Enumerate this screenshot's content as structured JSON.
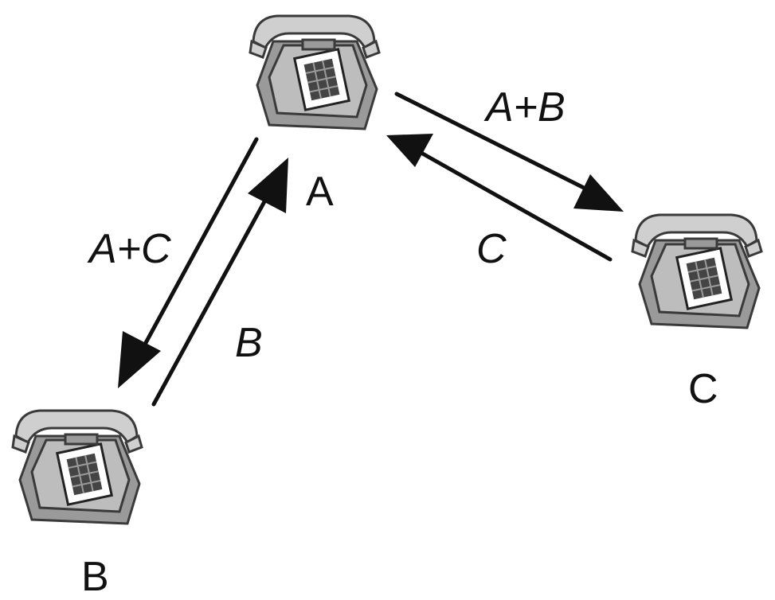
{
  "diagram": {
    "nodes": [
      {
        "id": "a",
        "label": "A",
        "icon": "telephone-icon"
      },
      {
        "id": "b",
        "label": "B",
        "icon": "telephone-icon"
      },
      {
        "id": "c",
        "label": "C",
        "icon": "telephone-icon"
      }
    ],
    "edges": [
      {
        "id": "a-to-b",
        "from": "A",
        "to": "B",
        "label": "A+C"
      },
      {
        "id": "b-to-a",
        "from": "B",
        "to": "A",
        "label": "B"
      },
      {
        "id": "a-to-c",
        "from": "A",
        "to": "C",
        "label": "A+B"
      },
      {
        "id": "c-to-a",
        "from": "C",
        "to": "A",
        "label": "C"
      }
    ],
    "colors": {
      "ink": "#111111",
      "phone_gray": "#bdbdbd",
      "background": "#ffffff"
    }
  }
}
